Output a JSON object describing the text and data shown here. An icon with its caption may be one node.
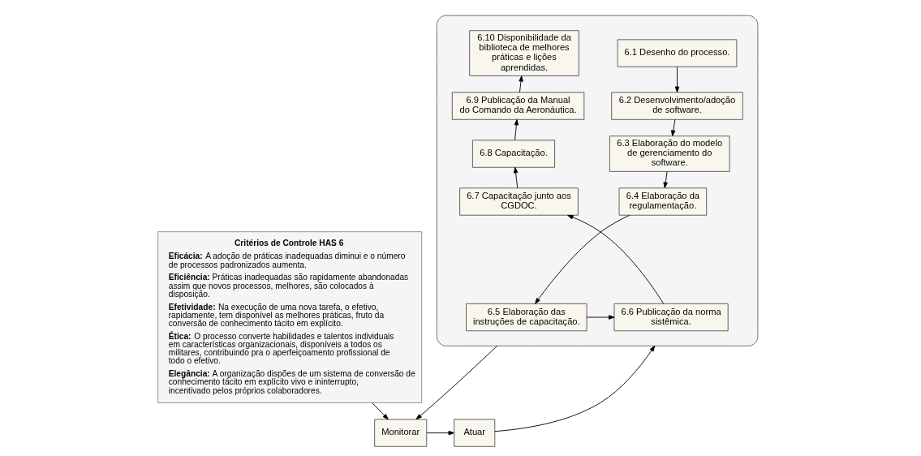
{
  "diagram": {
    "nodes": [
      {
        "text": [
          "Critérios de Controle HAS 6",
          "**Eficácia:** A adoção de práticas inadequadas diminui e o número de processos padronizados aumenta.",
          "**Eficiência:** Práticas inadequadas são rapidamente abandonadas assim que novos processos, melhores, são colocados à disposição.",
          "**Efetividade:** Na execução de uma nova tarefa, o efetivo, rapidamente, tem disponível as melhores práticas, fruto da conversão de conhecimento tácito em explícito.",
          "**Ética:** O processo converte habilidades e talentos individuais em características organizacionais, disponíveis a todos os militares, contribuindo pra o aperfeiçoamento profissional de todo o efetivo.",
          "**Elegância:** A organização dispões de um sistema de conversão de conhecimento tácito em explícito vivo e ininterrupto, incentivado pelos próprios colaboradores."
        ]
      },
      {
        "text": [],
        "shape": "box"
      },
      {
        "text": [
          "6.1 Desenho do processo."
        ],
        "in": 1
      },
      {
        "text": [
          "6.2 Desenvolvimento/adoção de software."
        ],
        "in": 1
      },
      {
        "text": [
          "6.3 Elaboração do modelo de gerenciamento do software."
        ],
        "in": 1
      },
      {
        "text": [
          "6.4 Elaboração da regulamentação."
        ],
        "in": 1
      },
      {
        "text": [
          "6.5 Elaboração das instruções de capacitação."
        ],
        "in": 1
      },
      {
        "text": [
          "6.6 Publicação da norma sistêmica."
        ],
        "in": 1
      },
      {
        "text": [
          "6.7 Capacitação junto aos CGDOC."
        ],
        "in": 1
      },
      {
        "text": [
          "6.8 Capacitação."
        ],
        "in": 1
      },
      {
        "text": [
          "6.9 Publicação da Manual do Comando da Aeronáutica."
        ],
        "in": 1
      },
      {
        "text": [
          "6.10 Disponibilidade da biblioteca de melhores práticas e lições aprendidas."
        ],
        "in": 1
      },
      {
        "text": [
          "Monitorar"
        ]
      },
      {
        "text": [
          "Atuar"
        ]
      }
    ],
    "edges": [
      {
        "from": 2,
        "to": 3,
        "arrow": "to"
      },
      {
        "from": 3,
        "to": 4,
        "arrow": "to"
      },
      {
        "from": 4,
        "to": 5,
        "arrow": "to"
      },
      {
        "from": 5,
        "to": 6,
        "arrow": "to"
      },
      {
        "from": 6,
        "to": 7,
        "arrow": "to"
      },
      {
        "from": 7,
        "to": 8,
        "arrow": "to"
      },
      {
        "from": 8,
        "to": 9,
        "arrow": "to"
      },
      {
        "from": 9,
        "to": 10,
        "arrow": "to"
      },
      {
        "from": 10,
        "to": 11,
        "arrow": "to"
      },
      {
        "from": 0,
        "to": 12,
        "arrow": "to"
      },
      {
        "from": 1,
        "to": 12,
        "arrow": "to"
      },
      {
        "from": 12,
        "to": 13,
        "arrow": "to"
      },
      {
        "from": 13,
        "to": 1,
        "arrow": "to"
      }
    ]
  }
}
